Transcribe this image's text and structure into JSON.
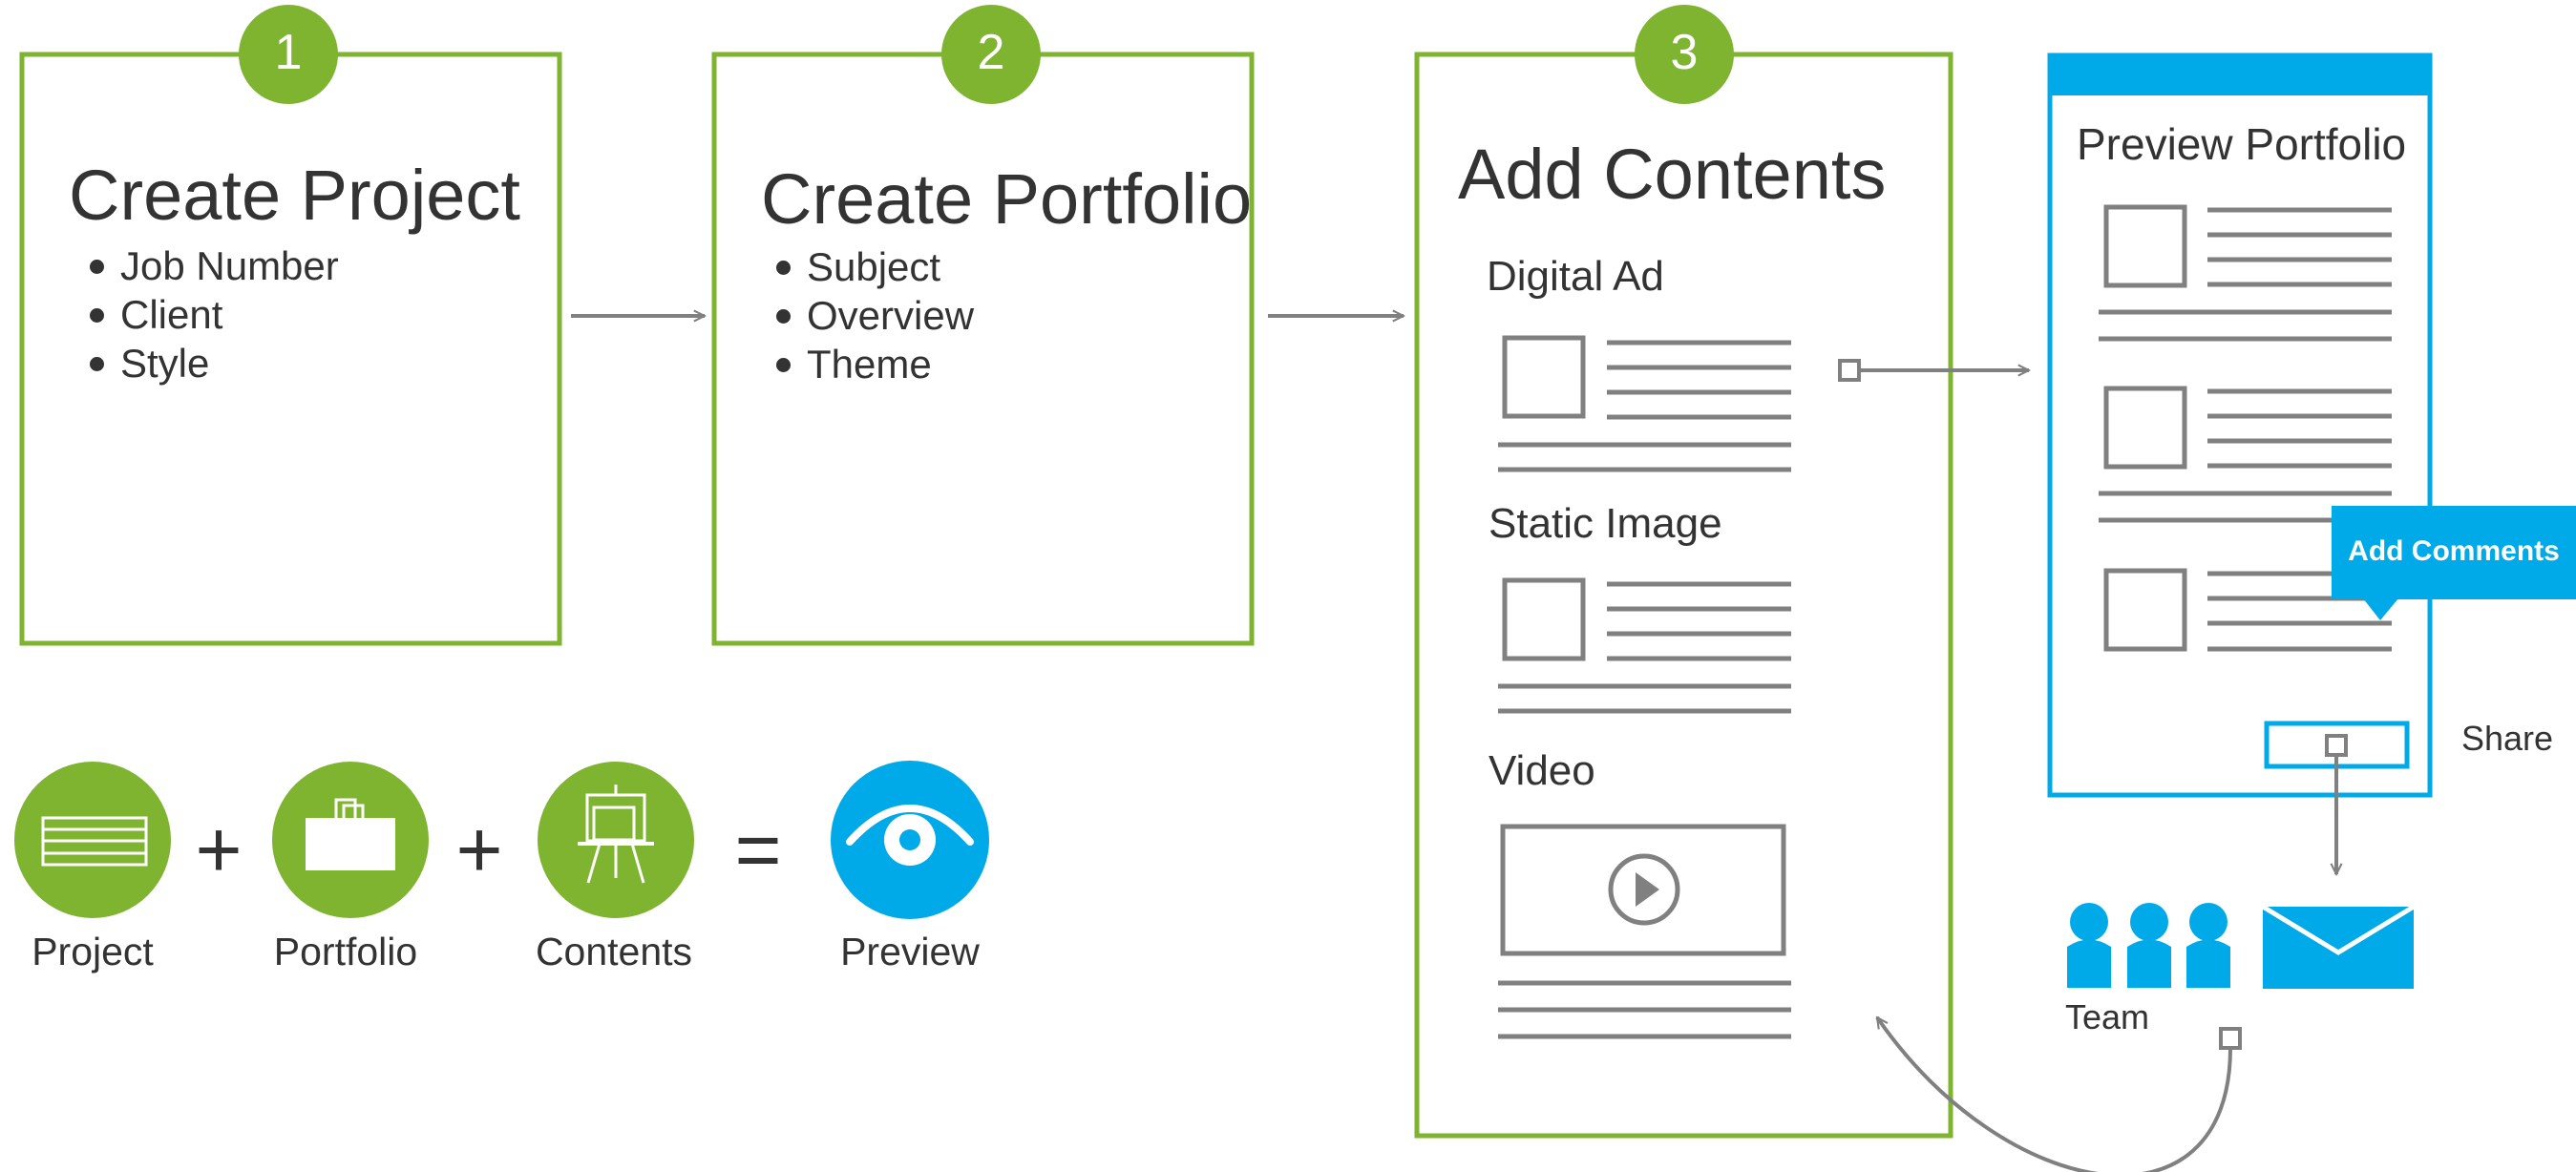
{
  "colors": {
    "green": "#7fb431",
    "blue": "#00a9e8",
    "gray": "#808080",
    "text": "#333333"
  },
  "steps": [
    {
      "number": "1",
      "title": "Create Project",
      "bullets": [
        "Job Number",
        "Client",
        "Style"
      ]
    },
    {
      "number": "2",
      "title": "Create Portfolio",
      "bullets": [
        "Subject",
        "Overview",
        "Theme"
      ]
    },
    {
      "number": "3",
      "title": "Add Contents"
    }
  ],
  "content_sections": [
    "Digital Ad",
    "Static Image",
    "Video"
  ],
  "preview": {
    "title": "Preview Portfolio",
    "comment_button": "Add Comments",
    "share_label": "Share",
    "team_label": "Team"
  },
  "equation": {
    "items": [
      {
        "label": "Project",
        "icon": "project-icon"
      },
      {
        "label": "Portfolio",
        "icon": "portfolio-icon"
      },
      {
        "label": "Contents",
        "icon": "contents-icon"
      },
      {
        "label": "Preview",
        "icon": "eye-icon"
      }
    ],
    "operators": [
      "+",
      "+",
      "="
    ]
  }
}
